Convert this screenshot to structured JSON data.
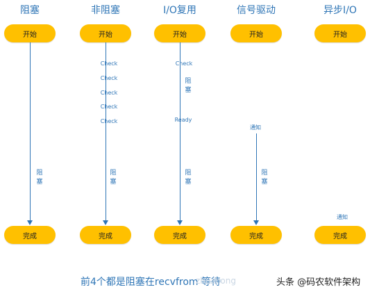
{
  "columns": [
    {
      "title": "阻塞",
      "start": "开始",
      "end": "完成"
    },
    {
      "title": "非阻塞",
      "start": "开始",
      "end": "完成"
    },
    {
      "title": "I/O复用",
      "start": "开始",
      "end": "完成"
    },
    {
      "title": "信号驱动",
      "start": "开始",
      "end": "完成"
    },
    {
      "title": "异步I/O",
      "start": "开始",
      "end": "完成"
    }
  ],
  "labels": {
    "blocked": "阻塞",
    "check": "Check",
    "ready": "Ready",
    "notify": "通知"
  },
  "caption": "前4个都是阻塞在recvfrom 等待",
  "watermark": "zhuzhong",
  "credit": "头条 @码农软件架构"
}
